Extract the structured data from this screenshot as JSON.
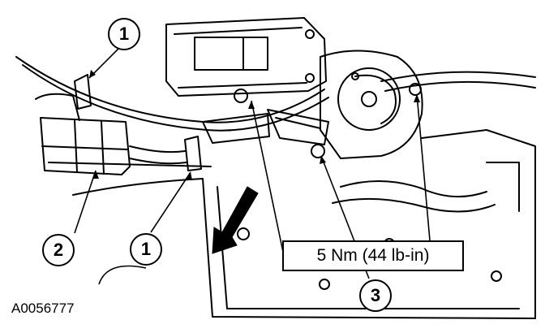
{
  "callouts": {
    "c1_top": "1",
    "c2": "2",
    "c1_bottom": "1",
    "c3": "3"
  },
  "torque_spec": "5 Nm (44 lb-in)",
  "figure_id": "A0056777"
}
